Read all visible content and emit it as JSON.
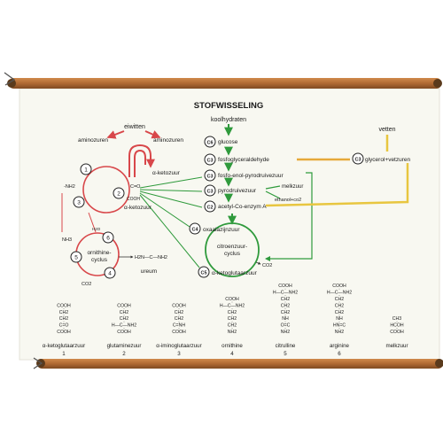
{
  "title": "STOFWISSELING",
  "main_chain": {
    "koolhydraten": "koolhydraten",
    "glucose_badge": "C6",
    "glucose": "glucose",
    "fosfoglyceraldehyde_badge": "C3",
    "fosfoglyceraldehyde": "fosfoglyceraldehyde",
    "fosfoenol_badge": "C3",
    "fosfoenol": "fosfo-enol-pyrodruivezuur",
    "pyrodruivezuur_badge": "C3",
    "pyrodruivezuur": "pyrodruivezuur",
    "melkzuur": "melkzuur",
    "ethanol": "ethanol+co2",
    "acetyl_badge": "C2",
    "acetyl": "acetyl-Co-enzym A"
  },
  "fats": {
    "vetten": "vetten",
    "glycerol_badge": "C3",
    "glycerol": "glycerol+vetzuren"
  },
  "citric": {
    "oxaal_badge": "C4",
    "oxaal": "oxaalazijnzuur",
    "cycle_label_1": "citroenzuur-",
    "cycle_label_2": "cyclus",
    "co2": "CO2",
    "keto_badge": "C5",
    "keto": "α-ketoglutaarzuur"
  },
  "proteins": {
    "eiwitten": "eiwitten",
    "aminozuren_left": "aminozuren",
    "aminozuren_right": "aminozuren",
    "alpha_ketozuur_top": "α-ketozuur",
    "alpha_ketozuur_mid": "α-ketozuur",
    "nh2": "-NH2",
    "num_1": "1",
    "num_2": "2",
    "num_3": "3",
    "carbonyl": "C=O",
    "cooh": "COOH"
  },
  "urea": {
    "ornithine_1": "ornithine-",
    "ornithine_2": "cyclus",
    "num_4": "4",
    "num_5": "5",
    "num_6": "6",
    "nh3": "NH3",
    "co2": "CO2",
    "h2o": "H2O",
    "ureum": "ureum",
    "ureum_formula": "H2N—C—NH2"
  },
  "structures": [
    {
      "name": "α-ketoglutaarzuur",
      "number": "1",
      "lines": [
        "COOH",
        "CH2",
        "CH2",
        "C=O",
        "COOH"
      ]
    },
    {
      "name": "glutaminezuur",
      "number": "2",
      "lines": [
        "COOH",
        "CH2",
        "CH2",
        "H—C—NH2",
        "COOH"
      ]
    },
    {
      "name": "α-iminoglutaarzuur",
      "number": "3",
      "lines": [
        "COOH",
        "CH2",
        "CH2",
        "C=NH",
        "COOH"
      ]
    },
    {
      "name": "ornithine",
      "number": "4",
      "lines": [
        "COOH",
        "H—C—NH2",
        "CH2",
        "CH2",
        "CH2",
        "NH2"
      ]
    },
    {
      "name": "citrulline",
      "number": "5",
      "lines": [
        "COOH",
        "H—C—NH2",
        "CH2",
        "CH2",
        "CH2",
        "NH",
        "O=C",
        "NH2"
      ]
    },
    {
      "name": "arginine",
      "number": "6",
      "lines": [
        "COOH",
        "H—C—NH2",
        "CH2",
        "CH2",
        "CH2",
        "NH",
        "HN=C",
        "NH2"
      ]
    },
    {
      "name": "melkzuur",
      "number": "",
      "lines": [
        "CH3",
        "HCOH",
        "COOH"
      ]
    }
  ],
  "colors": {
    "green": "#2f9a3c",
    "red": "#d8474a",
    "orange": "#e6a93a",
    "yellow": "#e8c640",
    "wood": "#b06a33",
    "paper": "#f8f8f1"
  }
}
